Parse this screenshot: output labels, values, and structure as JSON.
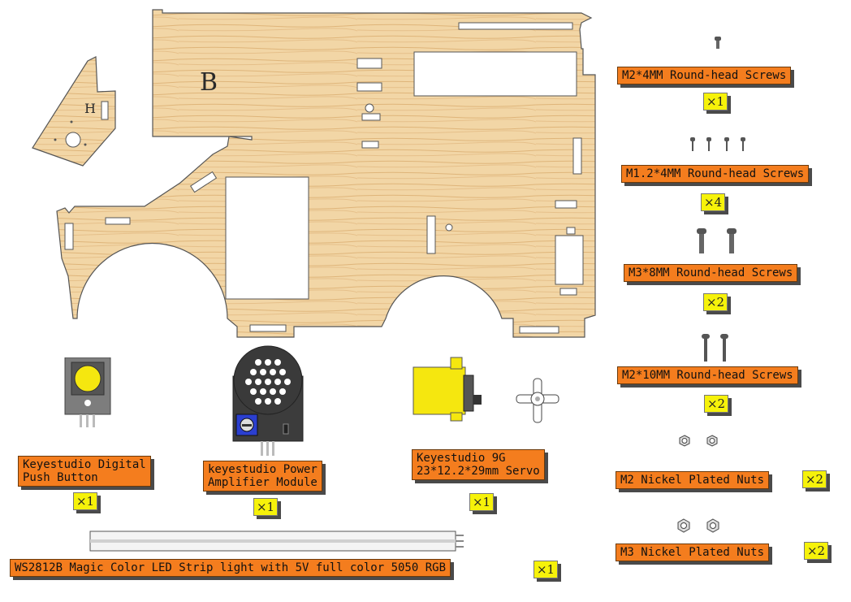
{
  "board_b": {
    "letter": "B"
  },
  "board_h": {
    "letter": "H"
  },
  "parts": {
    "m2_4": {
      "label": "M2*4MM Round-head Screws",
      "qty": "×1"
    },
    "m12_4": {
      "label": "M1.2*4MM Round-head Screws",
      "qty": "×4"
    },
    "m3_8": {
      "label": "M3*8MM Round-head Screws",
      "qty": "×2"
    },
    "m2_10": {
      "label": "M2*10MM Round-head Screws",
      "qty": "×2"
    },
    "m2_nuts": {
      "label": "M2 Nickel Plated Nuts",
      "qty": "×2"
    },
    "m3_nuts": {
      "label": "M3 Nickel Plated Nuts",
      "qty": "×2"
    },
    "push_button": {
      "label": "Keyestudio Digital\nPush Button",
      "qty": "×1"
    },
    "amplifier": {
      "label": "keyestudio Power\nAmplifier Module",
      "qty": "×1"
    },
    "servo": {
      "label": "Keyestudio 9G\n23*12.2*29mm Servo",
      "qty": "×1"
    },
    "led_strip": {
      "label": "WS2812B Magic Color LED Strip light with 5V full color 5050 RGB",
      "qty": "×1"
    }
  },
  "colors": {
    "label_bg": "#f47d1e",
    "qty_bg": "#f6f20a",
    "wood": "#f0d3a3"
  }
}
